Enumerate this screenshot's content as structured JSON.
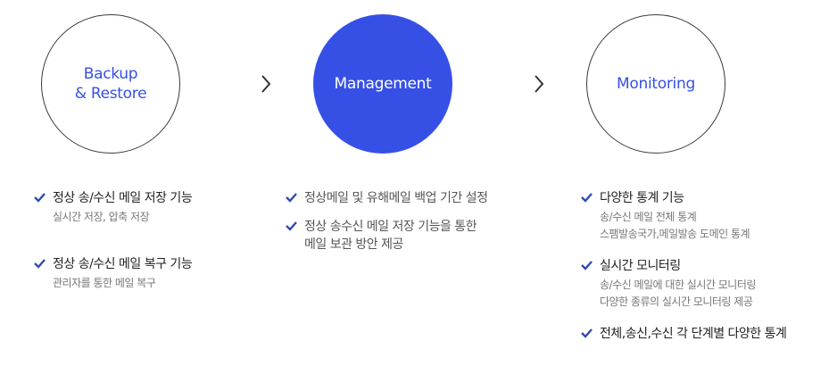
{
  "stages": [
    {
      "label": "Backup\n& Restore",
      "color": "#3650e6",
      "style": "outline"
    },
    {
      "label": "Management",
      "color": "#ffffff",
      "style": "filled"
    },
    {
      "label": "Monitoring",
      "color": "#3650e6",
      "style": "outline"
    }
  ],
  "colors": {
    "accent": "#3650e6",
    "check": "#2f4ab0",
    "border": "#3a3a3a"
  },
  "icons": {
    "arrow": "chevron-right-icon",
    "check": "check-icon"
  },
  "columns": [
    {
      "items": [
        {
          "title": "정상 송/수신 메일 저장 기능",
          "desc": "실시간 저장, 압축 저장"
        },
        {
          "title": "정상 송/수신 메일 복구 기능",
          "desc": "관리자를 통한 메일 복구"
        }
      ]
    },
    {
      "items": [
        {
          "title": "정상메일 및 유해메일 백업 기간 설정",
          "desc": ""
        },
        {
          "title": "정상 송수신 메일 저장 기능을 통한\n메일 보관 방안 제공",
          "desc": ""
        }
      ]
    },
    {
      "items": [
        {
          "title": "다양한 통계 기능",
          "desc": "송/수신 메일 전체 통계\n스팸발송국가,메일발송 도메인 통계"
        },
        {
          "title": "실시간 모니터링",
          "desc": "송/수신 메일에 대한 실시간 모니터링\n다양한 종류의 실시간 모니터링 제공"
        },
        {
          "title": "전체,송신,수신 각 단계별 다양한 통계",
          "desc": ""
        }
      ]
    }
  ]
}
